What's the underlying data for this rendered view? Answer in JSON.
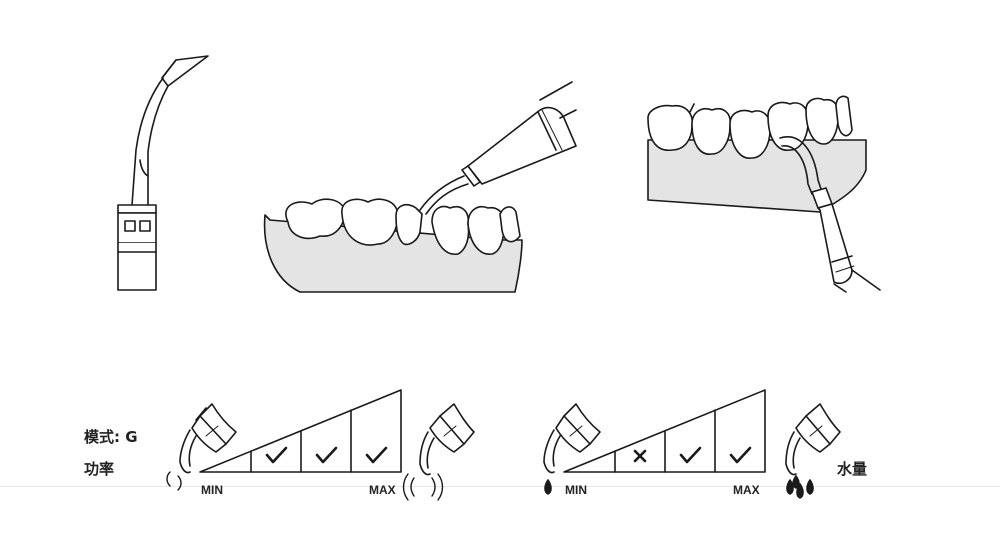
{
  "labels": {
    "mode": "模式: G",
    "power": "功率",
    "water": "水量",
    "min": "MIN",
    "max": "MAX"
  },
  "power_scale": {
    "levels": [
      "",
      "check",
      "check",
      "check"
    ]
  },
  "water_scale": {
    "levels": [
      "",
      "cross",
      "check",
      "check"
    ]
  },
  "colors": {
    "line": "#1a1a1a",
    "gum": "#e4e4e4",
    "baseline": "#e8e8e8"
  }
}
